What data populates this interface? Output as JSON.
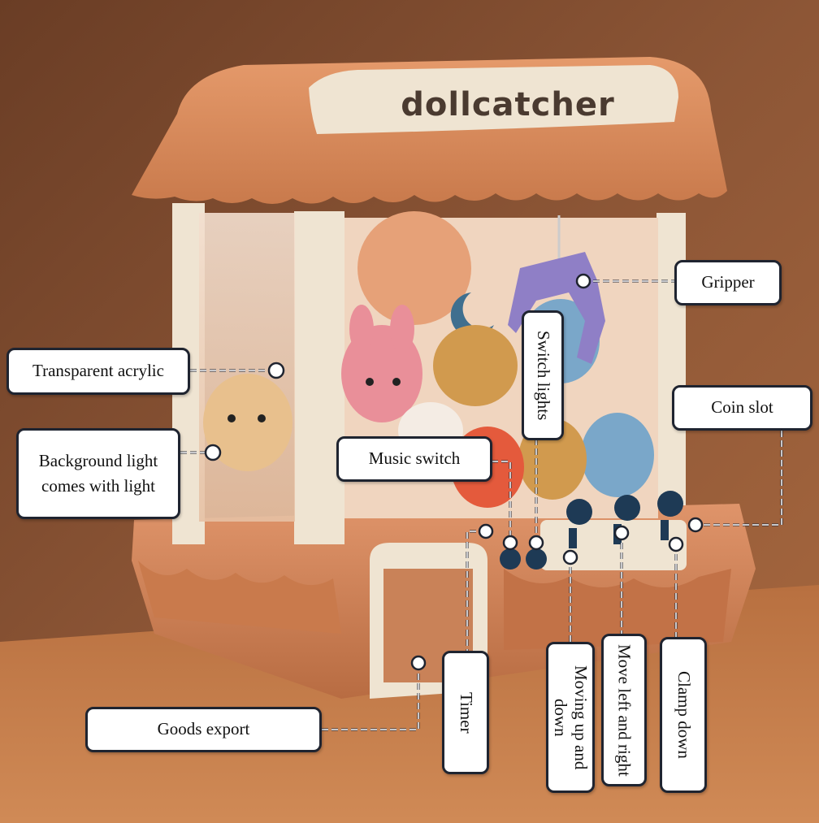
{
  "brand": {
    "logo_text": "dollcatcher"
  },
  "labels": {
    "gripper": "Gripper",
    "transparent_acrylic": "Transparent acrylic",
    "background_light_line1": "Background light",
    "background_light_line2": "comes with light",
    "switch_lights": "Switch lights",
    "music_switch": "Music switch",
    "coin_slot": "Coin slot",
    "goods_export": "Goods export",
    "timer": "Timer",
    "moving_up_down": "Moving up and down",
    "move_left_right": "Move left and right",
    "clamp_down": "Clamp down"
  },
  "colors": {
    "machine_orange": "#d98a5c",
    "machine_dark": "#b96a40",
    "cream": "#efe4d2",
    "label_border": "#1f2430",
    "joystick": "#1e3a55"
  }
}
